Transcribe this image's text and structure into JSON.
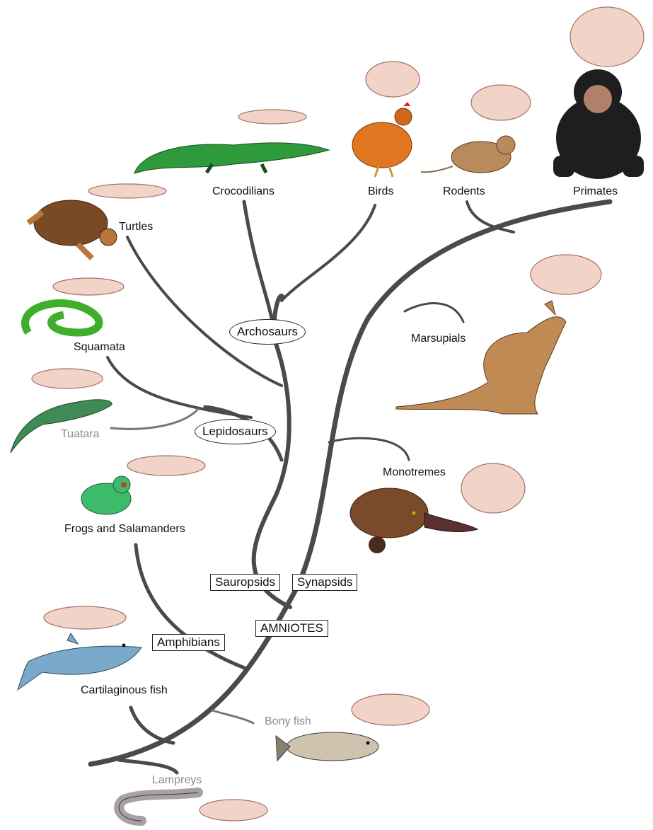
{
  "labels": {
    "turtles": "Turtles",
    "crocodilians": "Crocodilians",
    "birds": "Birds",
    "rodents": "Rodents",
    "primates": "Primates",
    "squamata": "Squamata",
    "tuatara": "Tuatara",
    "marsupials": "Marsupials",
    "monotremes": "Monotremes",
    "frogs_salamanders": "Frogs and Salamanders",
    "cartilaginous_fish": "Cartilaginous fish",
    "bony_fish": "Bony fish",
    "lampreys": "Lampreys"
  },
  "clades": {
    "archosaurs": "Archosaurs",
    "lepidosaurs": "Lepidosaurs",
    "sauropsids": "Sauropsids",
    "synapsids": "Synapsids",
    "amniotes": "AMNIOTES",
    "amphibians": "Amphibians"
  },
  "colors": {
    "branch": "#4a4a4a",
    "grey_label": "#8a8a8a",
    "brain": "#e8b9a8",
    "crocodile": "#2f9a3c",
    "snake": "#3fae2a",
    "tuatara": "#3f8a55",
    "frog": "#3dbb6b",
    "turtle": "#7a4a24",
    "kangaroo": "#c08a55",
    "platypus": "#7a4a2a",
    "chimp": "#1e1e1e",
    "hen": "#e0761f",
    "rat": "#b88a5c",
    "shark": "#7aa9c9",
    "bony_fish": "#b7a58a",
    "lamprey": "#a7a0a6"
  },
  "icons": [
    "brain-icon",
    "turtle-icon",
    "crocodile-icon",
    "hen-icon",
    "rat-icon",
    "chimpanzee-icon",
    "snake-icon",
    "tuatara-icon",
    "kangaroo-icon",
    "frog-icon",
    "platypus-icon",
    "shark-icon",
    "bony-fish-icon",
    "lamprey-icon"
  ]
}
